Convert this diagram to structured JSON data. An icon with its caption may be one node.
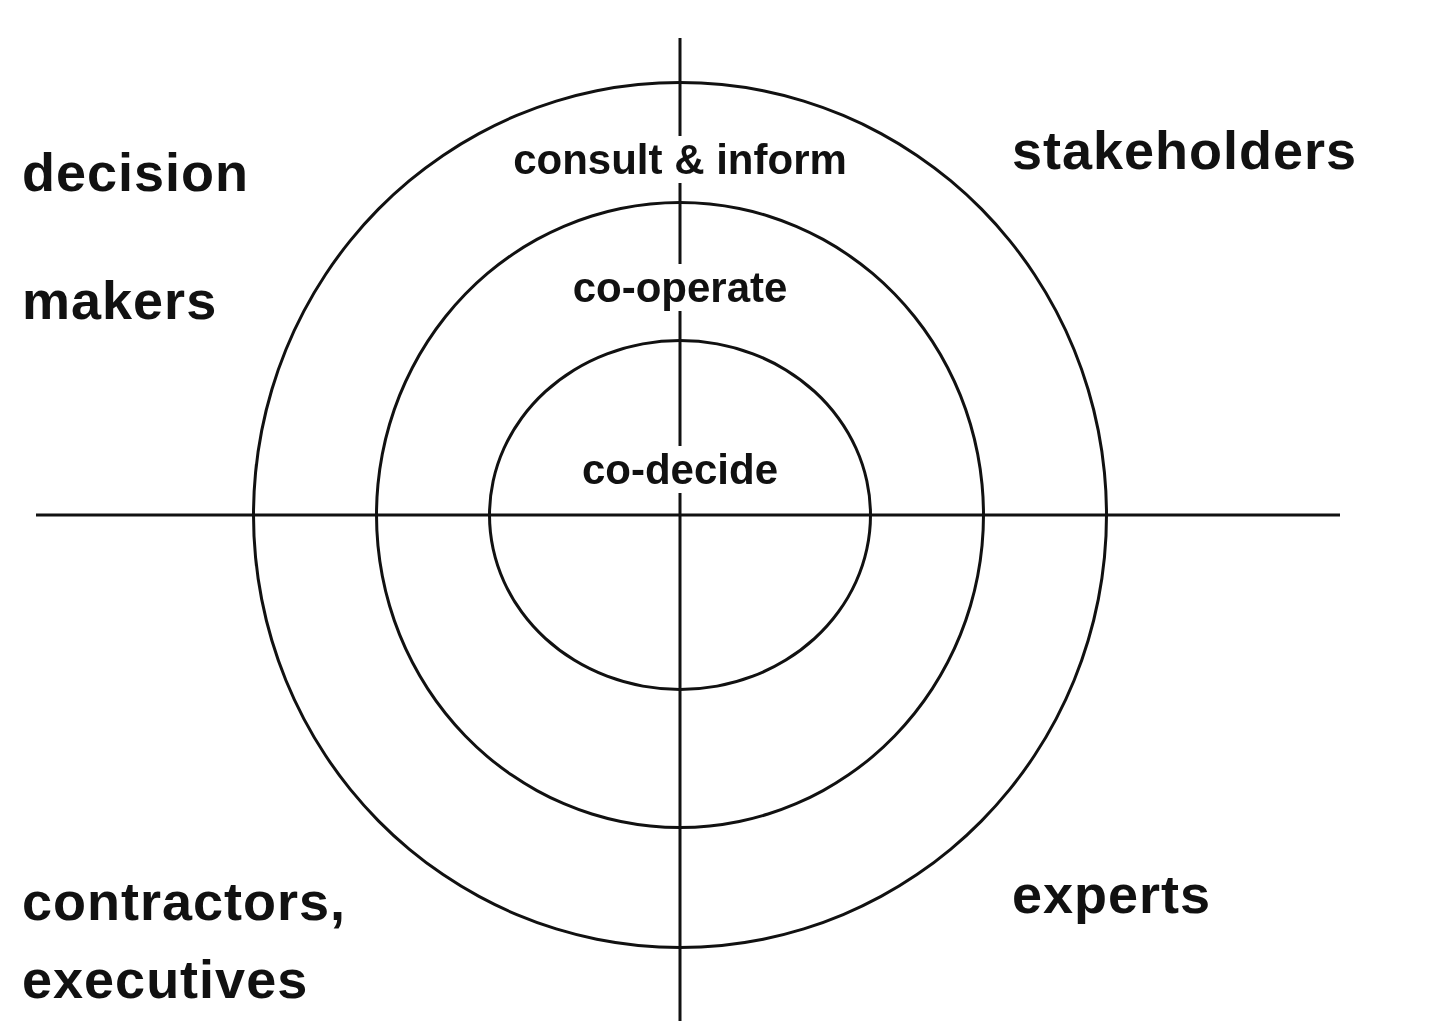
{
  "diagram": {
    "nodes": [
      {
        "text": [
          "consult & inform"
        ]
      },
      {
        "text": [
          "co-operate"
        ],
        "in": 0
      },
      {
        "text": [
          "co-decide"
        ],
        "in": 1
      }
    ],
    "labels": [
      "decision makers",
      "stakeholders",
      "contractors, executives",
      "experts"
    ]
  }
}
